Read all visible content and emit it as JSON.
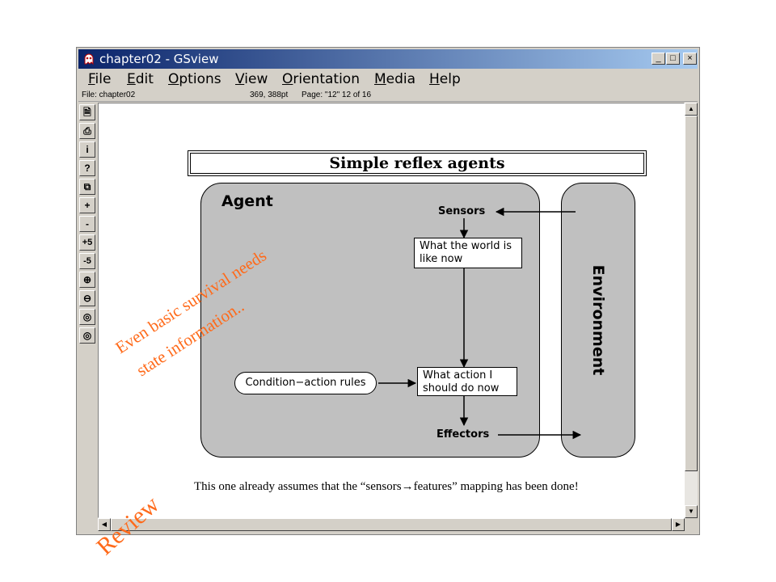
{
  "window": {
    "title": "chapter02 - GSview",
    "minimize_glyph": "_",
    "maximize_glyph": "□",
    "close_glyph": "×",
    "app_icon": "ghost-icon"
  },
  "menu": [
    "File",
    "Edit",
    "Options",
    "View",
    "Orientation",
    "Media",
    "Help"
  ],
  "status": {
    "file": "File: chapter02",
    "coords": "369, 388pt",
    "page": "Page: \"12\"  12 of 16"
  },
  "toolbar": [
    {
      "icon": "open-file-icon",
      "glyph": "🗎"
    },
    {
      "icon": "print-icon",
      "glyph": "⎙"
    },
    {
      "icon": "info-icon",
      "glyph": "i"
    },
    {
      "icon": "help-icon",
      "glyph": "?"
    },
    {
      "icon": "goto-page-icon",
      "glyph": "⧉"
    },
    {
      "icon": "next-page-icon",
      "glyph": "+"
    },
    {
      "icon": "prev-page-icon",
      "glyph": "-"
    },
    {
      "icon": "forward-5-pages-icon",
      "glyph": "+5"
    },
    {
      "icon": "back-5-pages-icon",
      "glyph": "-5"
    },
    {
      "icon": "zoom-in-icon",
      "glyph": "⊕"
    },
    {
      "icon": "zoom-out-icon",
      "glyph": "⊖"
    },
    {
      "icon": "text-find-icon",
      "glyph": "◎"
    },
    {
      "icon": "text-find-next-icon",
      "glyph": "◎"
    }
  ],
  "slide": {
    "title": "Simple reflex agents",
    "agent_label": "Agent",
    "environment_label": "Environment",
    "sensors_label": "Sensors",
    "effectors_label": "Effectors",
    "world_box": "What the world is like now",
    "action_box": "What action I should do now",
    "rules_box": "Condition−action rules"
  },
  "caption": {
    "before": "This one already assumes that the “sensors",
    "arrow": "→",
    "after": "features” mapping has been done!"
  },
  "annotations": {
    "survival_line1": "Even basic survival needs",
    "survival_line2": "state information..",
    "review": "Review"
  },
  "colors": {
    "titlebar_start": "#0a246a",
    "titlebar_end": "#a6caf0",
    "annotation": "#ff6a1a",
    "diagram_fill": "#c0c0c0"
  }
}
